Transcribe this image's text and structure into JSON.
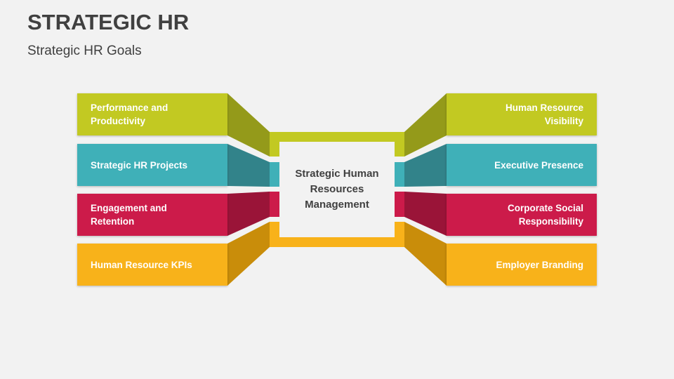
{
  "header": {
    "title": "STRATEGIC HR",
    "subtitle": "Strategic HR Goals"
  },
  "center": {
    "label": "Strategic Human Resources Management"
  },
  "colors": {
    "green": "#c2c922",
    "green_dark": "#949a1a",
    "teal": "#3fb0b8",
    "teal_dark": "#32838a",
    "red": "#cc1b4a",
    "red_dark": "#9a1438",
    "gold": "#f8b21a",
    "gold_dark": "#c98d0a",
    "background": "#f2f2f2",
    "text_dark": "#404040"
  },
  "left_items": [
    {
      "label": "Performance and Productivity",
      "color": "green"
    },
    {
      "label": "Strategic HR Projects",
      "color": "teal"
    },
    {
      "label": "Engagement and Retention",
      "color": "red"
    },
    {
      "label": "Human Resource KPIs",
      "color": "gold"
    }
  ],
  "right_items": [
    {
      "label": "Human Resource Visibility",
      "color": "green"
    },
    {
      "label": "Executive Presence",
      "color": "teal"
    },
    {
      "label": "Corporate Social Responsibility",
      "color": "red"
    },
    {
      "label": "Employer Branding",
      "color": "gold"
    }
  ]
}
